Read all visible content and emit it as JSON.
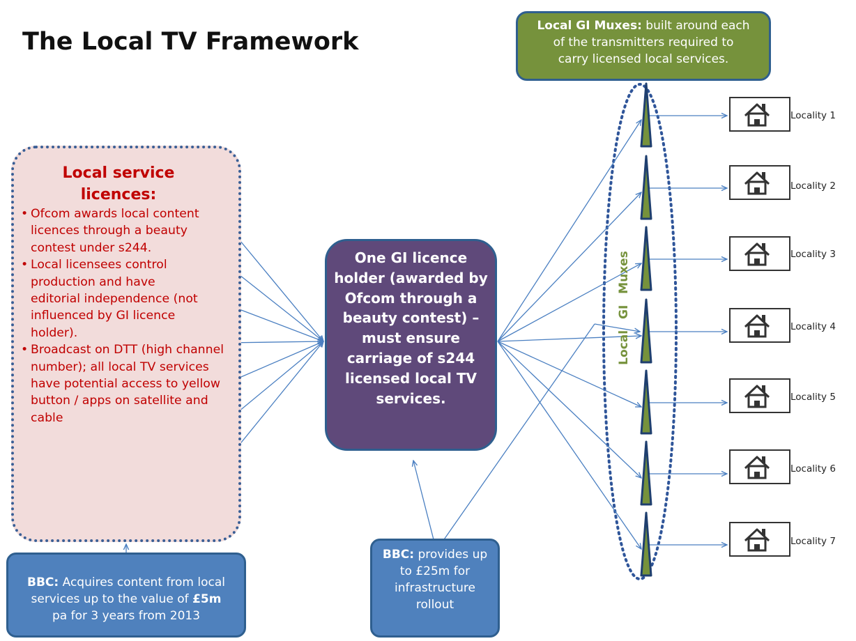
{
  "title": "The Local TV Framework",
  "gi_muxes_box": {
    "label_bold": "Local GI Muxes:",
    "line1_rest": " built around each",
    "line2": "of the transmitters required to",
    "line3": "carry licensed local services."
  },
  "local_service_licences": {
    "heading_line1": "Local service",
    "heading_line2": "licences:",
    "bullet1": "Ofcom awards local content licences through a beauty contest under s244.",
    "bullet2": "Local licensees control production  and have editorial independence (not influenced by GI licence holder).",
    "bullet3": "Broadcast on DTT (high channel number);  all local TV services have potential access to yellow button / apps on satellite and cable"
  },
  "gi_licence_holder": {
    "text": "One GI licence holder (awarded by Ofcom through a beauty contest) – must ensure carriage of s244 licensed local TV services."
  },
  "bbc_content": {
    "label_bold": "BBC:",
    "line1_rest": " Acquires content from local",
    "line2_pre": "services up to the value of ",
    "amount_bold": "£5m",
    "line3": "pa for 3 years from 2013"
  },
  "bbc_infrastructure": {
    "label_bold": "BBC:",
    "line1_rest": " provides up",
    "line2": "to £25m for",
    "line3": "infrastructure",
    "line4": "rollout"
  },
  "mux_group_label": "Local  GI  Muxes",
  "localities": [
    "Locality 1",
    "Locality 2",
    "Locality 3",
    "Locality 4",
    "Locality 5",
    "Locality 6",
    "Locality 7"
  ],
  "colors": {
    "mux_green": "#76923c",
    "licence_pink": "#f2dcdb",
    "licence_red": "#c00000",
    "gi_purple": "#5f497a",
    "bbc_blue": "#4f81bd",
    "outline_blue": "#2f5f8f",
    "connector_blue": "#4a7fc1"
  }
}
